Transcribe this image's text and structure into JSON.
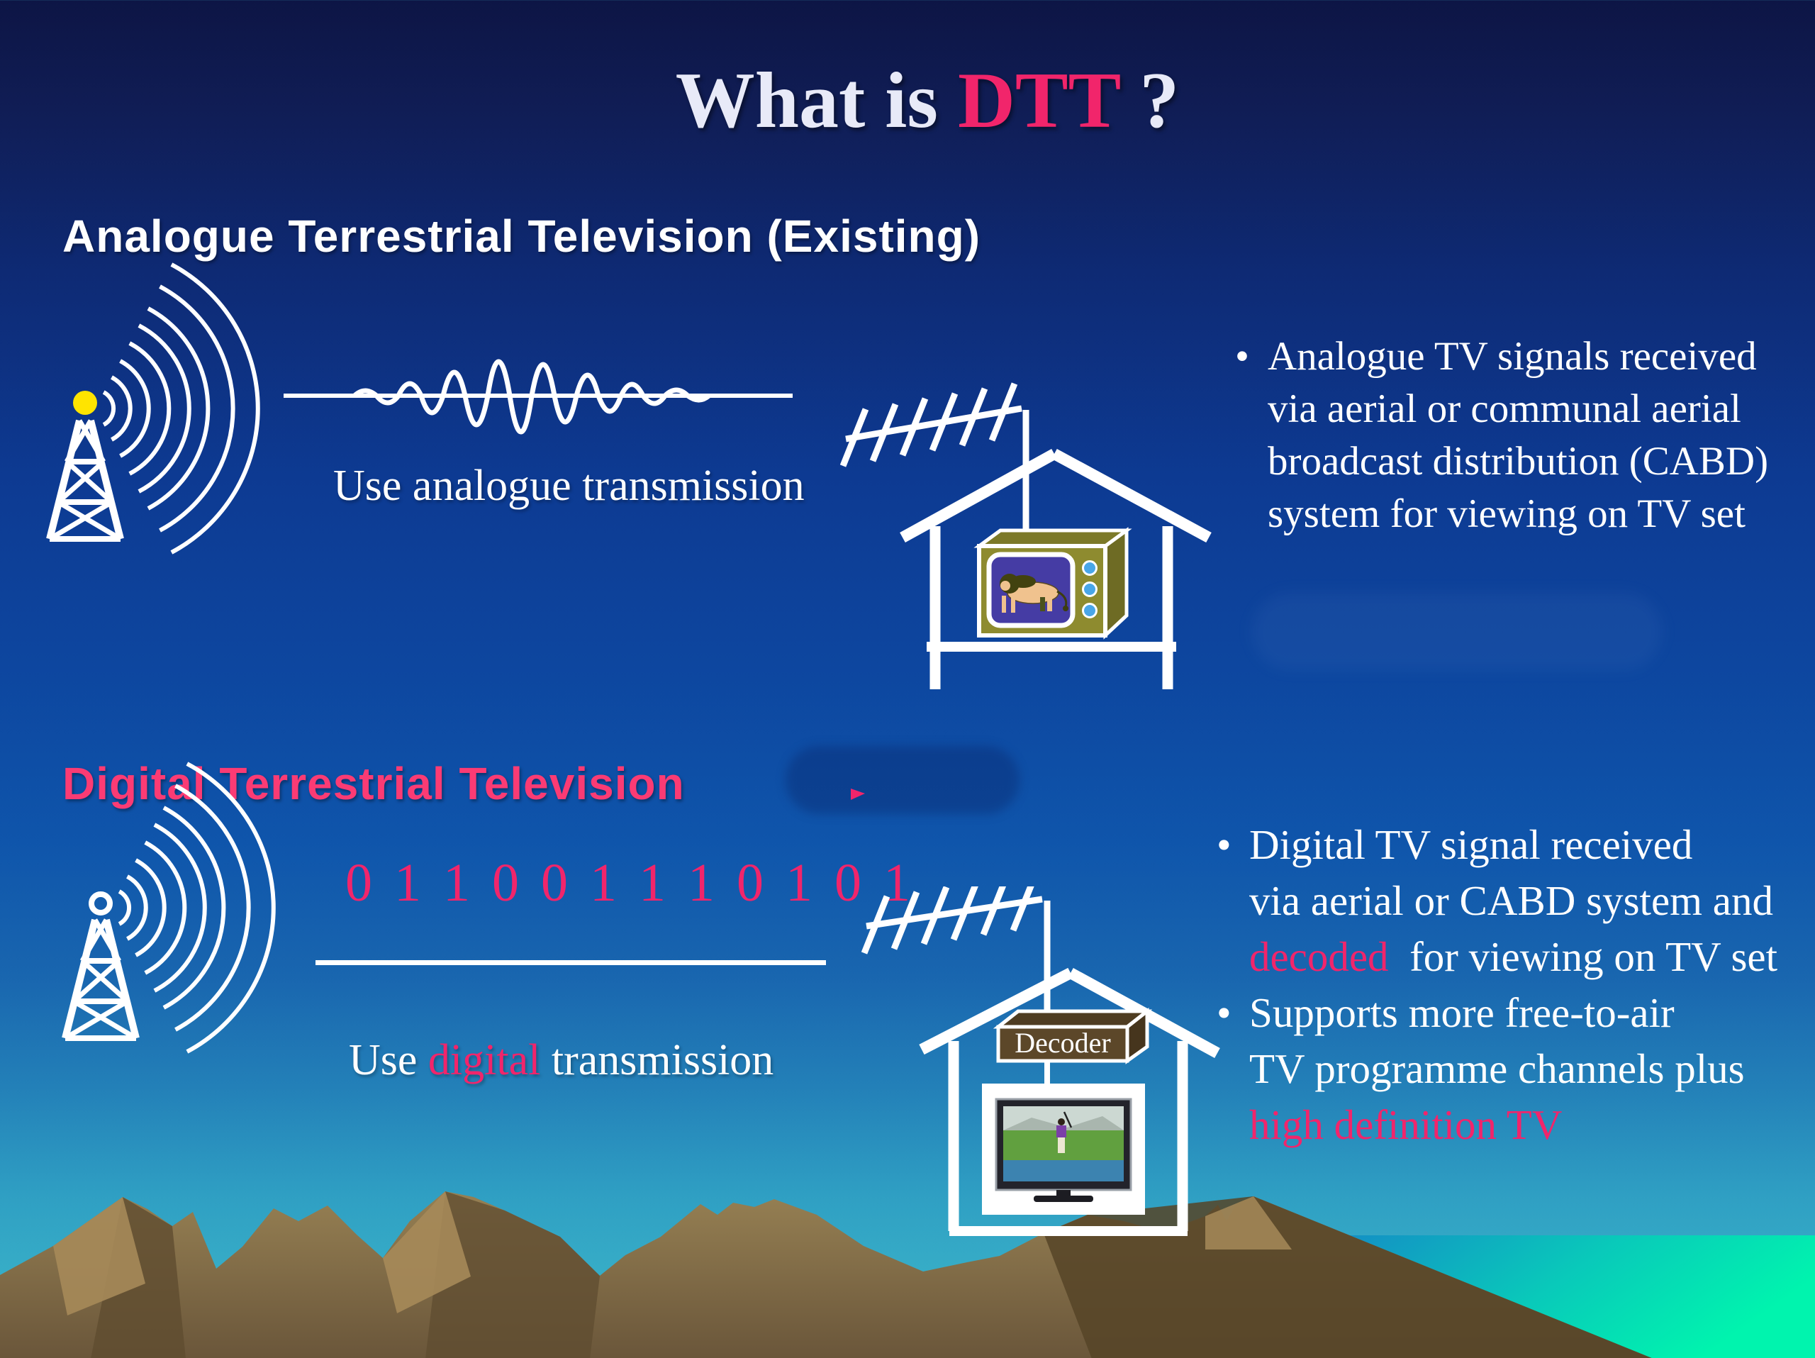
{
  "title": {
    "prefix": "What is ",
    "accent": "DTT",
    "suffix": " ?"
  },
  "sections": {
    "analogue": {
      "heading": "Analogue Terrestrial Television (Existing)",
      "caption": "Use analogue transmission",
      "bullets": {
        "marker": "•",
        "line1": "Analogue TV signals received",
        "line2": "via aerial or communal aerial",
        "line3": "broadcast distribution (CABD)",
        "line4": "system for viewing on TV set"
      }
    },
    "digital": {
      "heading": "Digital Terrestrial Television",
      "binary": "0 1 1 0 0 1 1 1 0 1 0 1",
      "caption": {
        "use": "Use ",
        "digital": "digital",
        "rest": " transmission"
      },
      "decoder_label": "Decoder",
      "bullets": {
        "marker": "•",
        "line1": "Digital TV signal received",
        "line2": "via aerial or CABD system and",
        "line3_accent": "decoded",
        "line3_rest": "  for viewing on TV set",
        "line4": "Supports more free-to-air",
        "line5": "TV programme channels plus",
        "line6_accent": "high definition TV"
      }
    }
  },
  "colors": {
    "accent_pink": "#f1256b",
    "heading_pink": "#fb3b74",
    "text_white": "#ffffff",
    "title_white": "#e8eaf8",
    "sky_top_navy": "#0d1545",
    "sky_teal": "#2f9fc3",
    "water_teal": "#159ac6",
    "water_green": "#00efae",
    "mountain_brown": "#8f7950",
    "mountain_shadow": "#5f4c30",
    "mountain_highlight": "#a68a59",
    "tv_body_olive": "#8e8b2f",
    "tv_screen_purple": "#453ca4",
    "decoder_brown": "#5c4729",
    "beacon_yellow": "#ffe400",
    "knob_blue": "#49a6e8"
  }
}
